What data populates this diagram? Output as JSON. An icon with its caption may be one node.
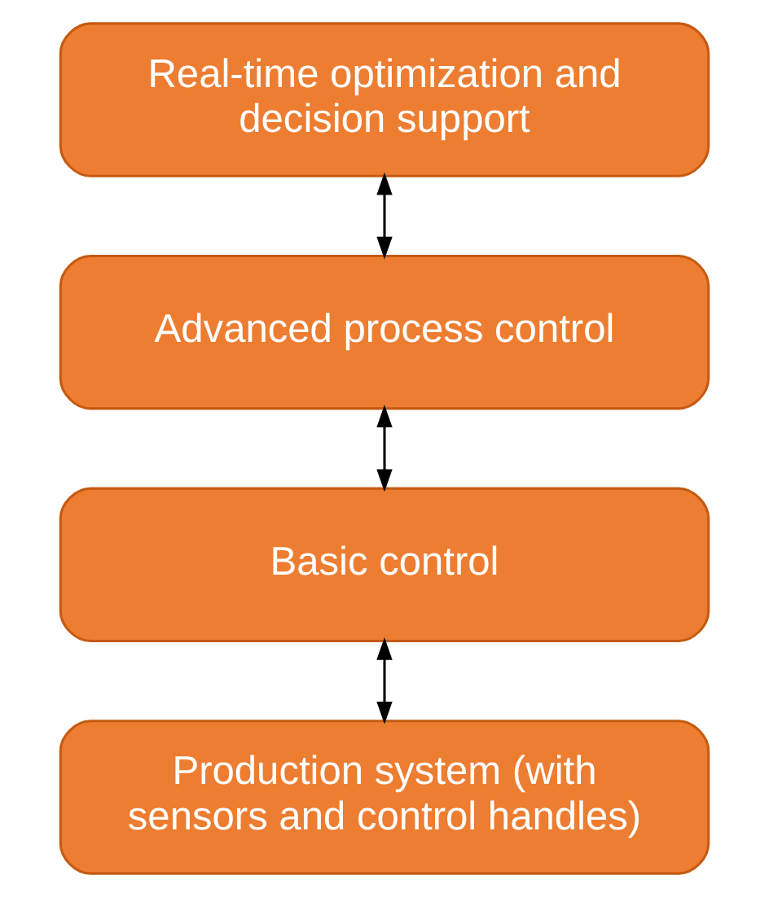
{
  "diagram": {
    "nodes": [
      {
        "text": [
          "Real-time optimization and decision support"
        ]
      },
      {
        "text": [
          "Advanced process control"
        ]
      },
      {
        "text": [
          "Basic control"
        ]
      },
      {
        "text": [
          "Production system (with sensors and control handles)"
        ]
      }
    ],
    "edges": [
      {
        "from": 0,
        "to": 1,
        "arrow": "both"
      },
      {
        "from": 1,
        "to": 2,
        "arrow": "both"
      },
      {
        "from": 2,
        "to": 3,
        "arrow": "both"
      }
    ]
  }
}
